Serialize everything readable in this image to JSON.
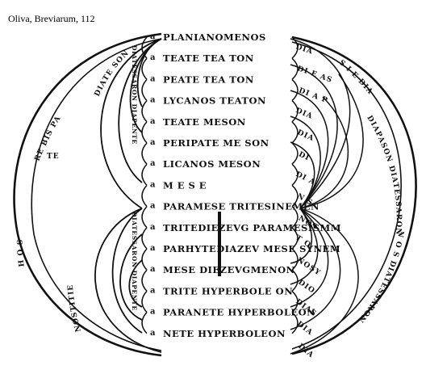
{
  "caption": "Oliva, Breviarum, 112",
  "rows": [
    "PLANIANOMENOS",
    "TEATE  TEA  TON",
    "PEATE  TEA  TON",
    "LYCANOS  TEATON",
    "TEATE   MESON",
    "PERIPATE  ME  SON",
    "LICANOS  MESON",
    "M  E  S  E",
    "PARAMESE  TRITESINEMEN",
    "TRITEDIEZEVG  PARAMESISMM",
    "PARHYTEDIAZEV  MESE  SYNEM",
    "MESE  DIEZEVGMENON",
    "TRITE  HYPERBOLE  ON",
    "PARANETE  HYPERBOLEON",
    "NETE  HYPERBOLEON"
  ],
  "right_tags": [
    "DIA",
    "DI  E  AS",
    "DI  A  P",
    "DIA",
    "DIA",
    "DI",
    "DI  A",
    "N  S",
    "NOS",
    "T  O",
    "NOSY",
    "DIO",
    "DIAS",
    "DIA",
    "DIA"
  ],
  "left_column_upper": "DIATESSARON  DIAPENTE",
  "left_column_lower": "DIATESSARON  DIAPENTE",
  "left_arc_upper": "DIATE  SON",
  "left_arc_lower": "NOSTITIE",
  "outer_left_upper": "RE  BIS  PA",
  "outer_left_lower": "H  O  S",
  "outer_right_upper": "S  I  E  DIA",
  "outer_right_mid": "DIAPASON  DIATESSARON",
  "outer_right_lower": "N O S  DIATESSARON",
  "short_left_mark": "TE",
  "stroke_color": "#111111"
}
